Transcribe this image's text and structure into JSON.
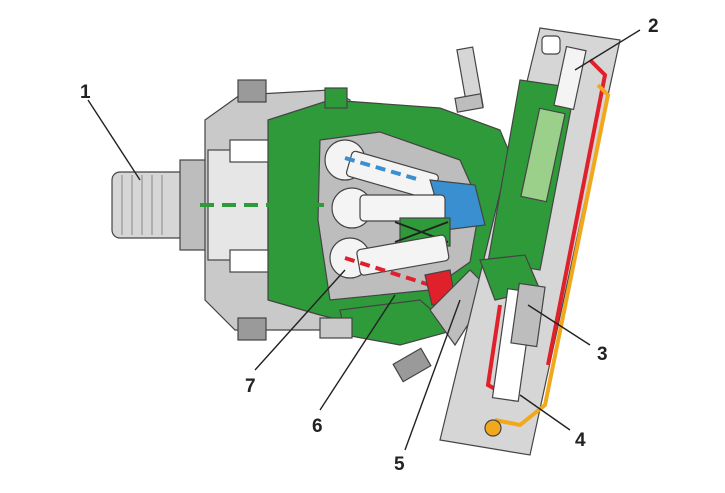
{
  "callouts": [
    {
      "id": "1",
      "label": "1"
    },
    {
      "id": "2",
      "label": "2"
    },
    {
      "id": "3",
      "label": "3"
    },
    {
      "id": "4",
      "label": "4"
    },
    {
      "id": "5",
      "label": "5"
    },
    {
      "id": "6",
      "label": "6"
    },
    {
      "id": "7",
      "label": "7"
    }
  ],
  "colors": {
    "housing_gray": "#c9c9c9",
    "housing_dark": "#9a9a9a",
    "oil_green": "#2f9a3a",
    "blue_chamber": "#3a8fd0",
    "red_line": "#e0202a",
    "yellow_line": "#f2a81c",
    "piston_white": "#f4f4f4"
  }
}
